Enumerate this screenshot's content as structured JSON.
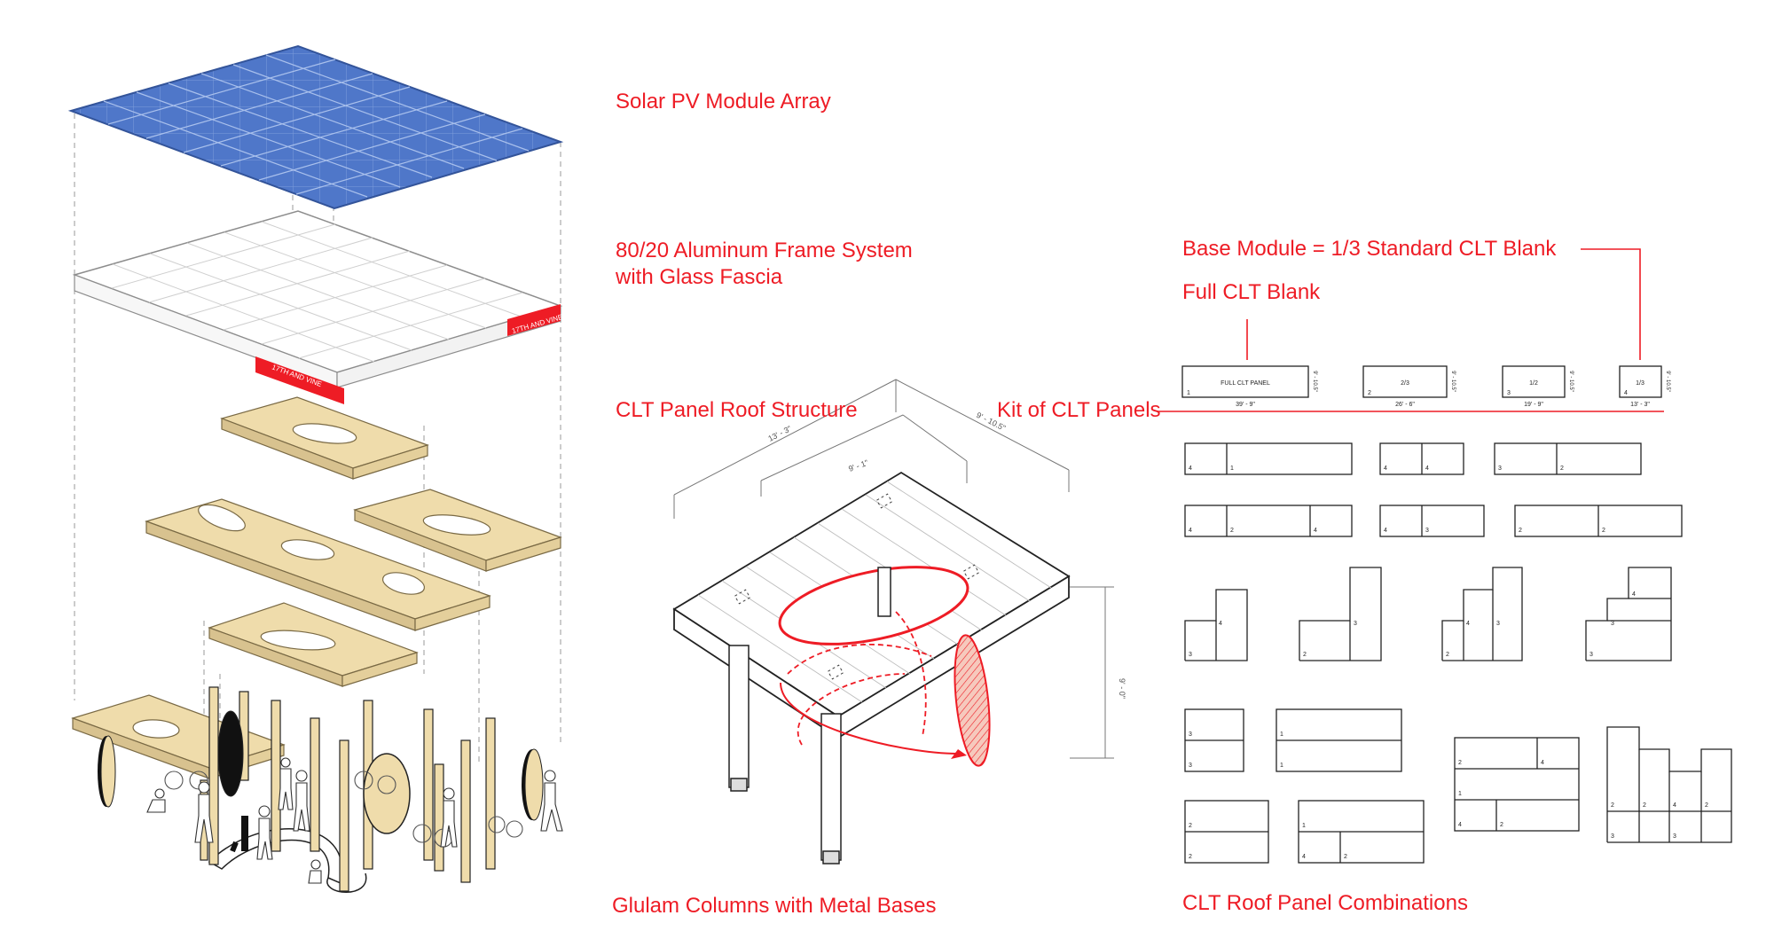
{
  "colors": {
    "accent": "#ee1c25",
    "solar": "#4f77c9",
    "wood": "#efdcab",
    "line": "#333333"
  },
  "labels": {
    "solar_array": "Solar PV Module Array",
    "frame_line1": "80/20 Aluminum Frame System",
    "frame_line2": "with Glass Fascia",
    "clt_roof": "CLT Panel Roof Structure",
    "kit": "Kit of CLT Panels",
    "base_module": "Base Module = 1/3 Standard CLT Blank",
    "full_blank": "Full CLT Blank",
    "glulam": "Glulam Columns with Metal Bases",
    "combinations": "CLT Roof Panel Combinations"
  },
  "fascia_text": "17TH AND VINE",
  "dimensions": {
    "d1": "13' - 3\"",
    "d2": "9' - 10.5\"",
    "d3": "9' - 1\"",
    "height": "9' - 0\""
  },
  "blanks": [
    {
      "name": "FULL CLT PANEL",
      "num": "1",
      "width": "39' - 9\"",
      "height": "9' - 10.5\""
    },
    {
      "name": "2/3",
      "num": "2",
      "width": "26' - 6\"",
      "height": "9' - 10.5\""
    },
    {
      "name": "1/2",
      "num": "3",
      "width": "19' - 9\"",
      "height": "9' - 10.5\""
    },
    {
      "name": "1/3",
      "num": "4",
      "width": "13' - 3\"",
      "height": "9' - 10.5\""
    }
  ],
  "combo_numbers": [
    "1",
    "2",
    "3",
    "4"
  ]
}
